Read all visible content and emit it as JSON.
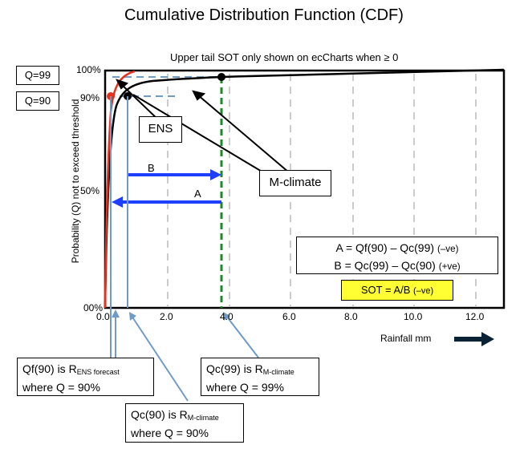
{
  "title": "Cumulative Distribution Function (CDF)",
  "subtitle": "Upper tail SOT only shown on ecCharts when ≥ 0",
  "y_axis": {
    "label": "Probability (Q) not to exceed threshold",
    "ticks": [
      "100%",
      "90%",
      "50%",
      "00%"
    ]
  },
  "x_axis": {
    "label": "Rainfall mm",
    "ticks": [
      "0.0",
      "2.0",
      "4.0",
      "6.0",
      "8.0",
      "10.0",
      "12.0"
    ]
  },
  "q_boxes": {
    "q99": "Q=99",
    "q90": "Q=90"
  },
  "callouts": {
    "ens": "ENS",
    "mclimate": "M-climate"
  },
  "arrows": {
    "b": "B",
    "a": "A"
  },
  "formula": {
    "line_a": "A = Qf(90) – Qc(99)",
    "line_a_sign": "(–ve)",
    "line_b": "B = Qc(99) – Qc(90)",
    "line_b_sign": "(+ve)",
    "sot": "SOT = A/B",
    "sot_sign": "(–ve)"
  },
  "notes": {
    "qf90": {
      "main": "Qf(90) is R",
      "sub": "ENS forecast",
      "line2": "where Q = 90%"
    },
    "qc99": {
      "main": "Qc(99) is R",
      "sub": "M-climate",
      "line2": "where Q = 99%"
    },
    "qc90": {
      "main": "Qc(90) is R",
      "sub": "M-climate",
      "line2": "where Q = 90%"
    }
  },
  "colors": {
    "ens_curve": "#e8311d",
    "mclimate_curve": "#000000",
    "arrow_blue": "#1f3fff",
    "qc99_line": "#1a8a2a",
    "leader_lines": "#6f9bc9",
    "sot_fill": "#ffff33",
    "grid": "#cccccc"
  }
}
